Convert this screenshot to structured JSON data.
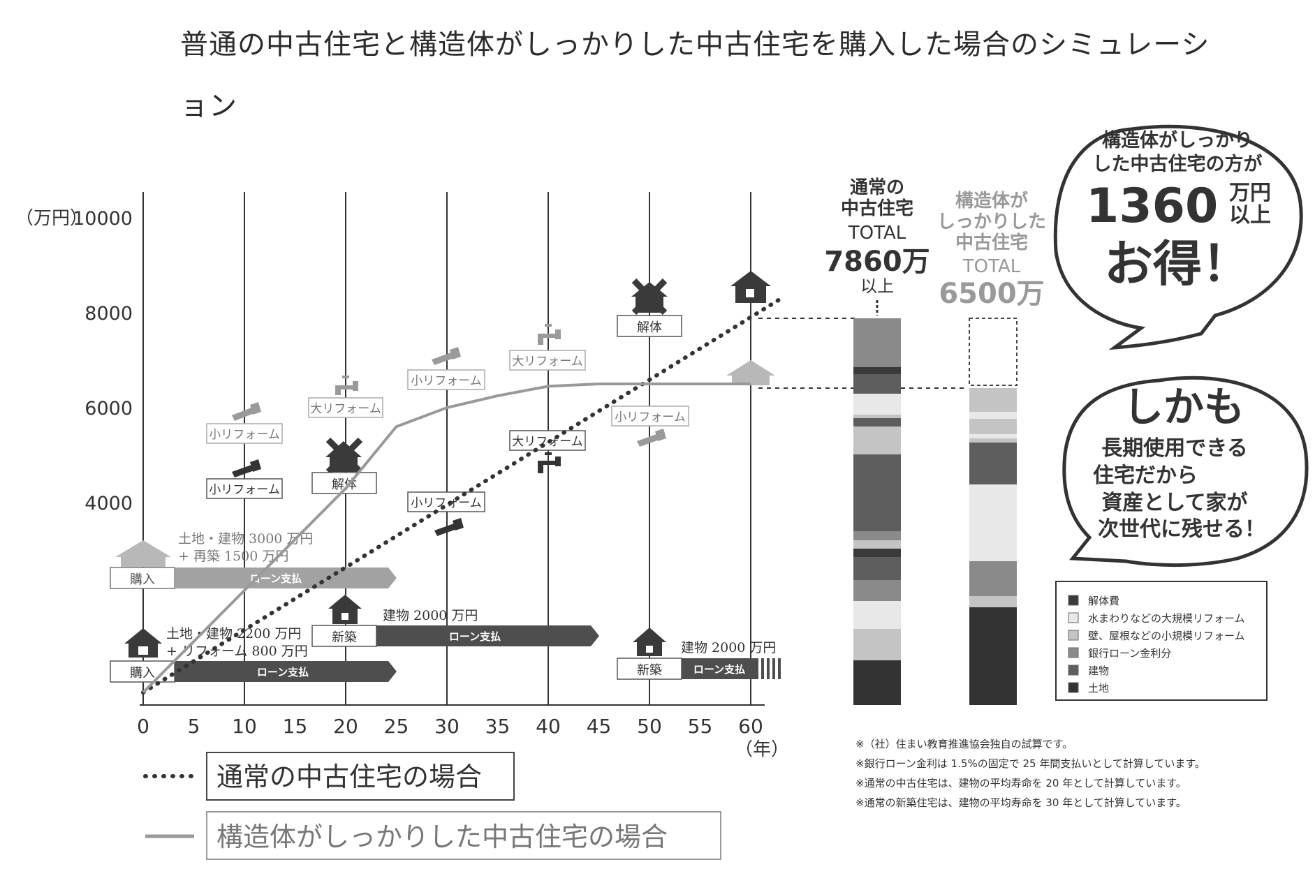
{
  "title": "普通の中古住宅と構造体がしっかりした中古住宅を購入した場合のシミュレーション",
  "chart_data": {
    "type": "line",
    "yunit": "（万円）",
    "xunit": "（年）",
    "xlim": [
      0,
      60
    ],
    "ylim": [
      0,
      10000
    ],
    "xticks": [
      0,
      5,
      10,
      15,
      20,
      25,
      30,
      35,
      40,
      45,
      50,
      55,
      60
    ],
    "yticks": [
      4000,
      6000,
      8000,
      10000
    ],
    "series": [
      {
        "name": "通常の中古住宅の場合",
        "style": "dotted",
        "x": [
          0,
          63
        ],
        "y": [
          0,
          8300
        ]
      },
      {
        "name": "構造体がしっかりした中古住宅の場合",
        "style": "solid",
        "x": [
          0,
          20,
          25,
          30,
          35,
          40,
          45,
          50,
          55,
          60
        ],
        "y": [
          0,
          4300,
          5600,
          6000,
          6250,
          6450,
          6500,
          6500,
          6500,
          6500
        ]
      }
    ],
    "bands": [
      {
        "start_label": "購入",
        "bar_label": "ローン支払",
        "note_line1": "土地・建物 3000 万円",
        "note_line2": "+ 再築 1500 万円"
      },
      {
        "start_label": "購入",
        "bar_label": "ローン支払",
        "note_line1": "土地・建物 2200 万円",
        "note_line2": "+ リフォーム 800 万円"
      },
      {
        "start_label": "新築",
        "bar_label": "ローン支払",
        "note_line1": "建物 2000 万円"
      },
      {
        "start_label": "新築",
        "bar_label": "ローン支払",
        "note_line1": "建物 2000 万円"
      }
    ],
    "events": [
      "小リフォーム",
      "小リフォーム",
      "大リフォーム",
      "解体",
      "小リフォーム",
      "小リフォーム",
      "大リフォーム",
      "大リフォーム",
      "小リフォーム",
      "解体"
    ],
    "totals": [
      {
        "line1": "通常の",
        "line2": "中古住宅",
        "total_label": "TOTAL",
        "value": "7860万",
        "suffix": "以上"
      },
      {
        "line1": "構造体が",
        "line2": "しっかりした",
        "line3": "中古住宅",
        "total_label": "TOTAL",
        "value": "6500万"
      }
    ],
    "legend": [
      {
        "label": "解体費",
        "color": "#3a3a3a"
      },
      {
        "label": "水まわりなどの大規模リフォーム",
        "color": "#e8e8e8"
      },
      {
        "label": "壁、屋根などの小規模リフォーム",
        "color": "#c4c4c4"
      },
      {
        "label": "銀行ローン金利分",
        "color": "#8a8a8a"
      },
      {
        "label": "建物",
        "color": "#5e5e5e"
      },
      {
        "label": "土地",
        "color": "#333333"
      }
    ]
  },
  "bubble1": {
    "line1": "構造体がしっかり",
    "line2": "した中古住宅の方が",
    "amount": "1360",
    "unit1": "万円",
    "unit2": "以上",
    "line3": "お得！"
  },
  "bubble2": {
    "line1": "しかも",
    "line2": "長期使用できる",
    "line3": "住宅だから",
    "line4": "資産として家が",
    "line5": "次世代に残せる！"
  },
  "notes": [
    "※（社）住まい教育推進協会独自の試算です。",
    "※銀行ローン金利は 1.5%の固定で 25 年間支払いとして計算しています。",
    "※通常の中古住宅は、建物の平均寿命を 20 年として計算しています。",
    "※通常の新築住宅は、建物の平均寿命を 30 年として計算しています。"
  ]
}
